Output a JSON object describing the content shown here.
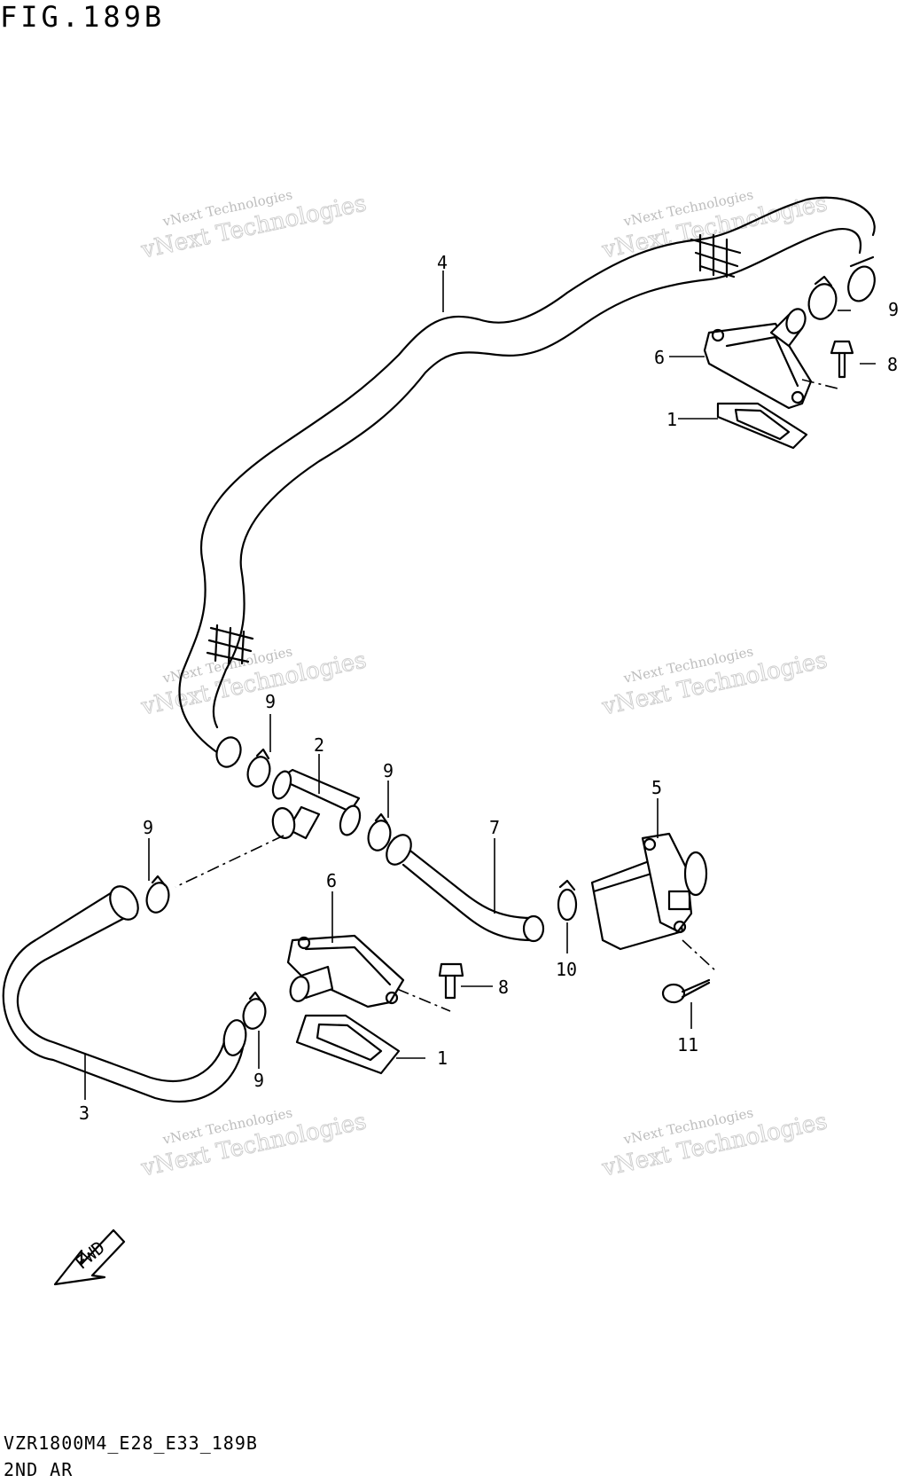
{
  "figure_title": "FIG.189B",
  "drawing_code": "VZR1800M4_E28_E33_189B",
  "section_name": "2ND AR",
  "watermark": {
    "line1": "vNext Technologies",
    "line2": "vNext Technologies"
  },
  "callouts": {
    "c4": "4",
    "c9a": "9",
    "c6a": "6",
    "c8a": "8",
    "c1a": "1",
    "c9b": "9",
    "c2": "2",
    "c9c": "9",
    "c5": "5",
    "c9d": "9",
    "c7": "7",
    "c6b": "6",
    "c10": "10",
    "c8b": "8",
    "c11": "11",
    "c1b": "1",
    "c9e": "9",
    "c3": "3"
  },
  "fwd_label": "FWD"
}
